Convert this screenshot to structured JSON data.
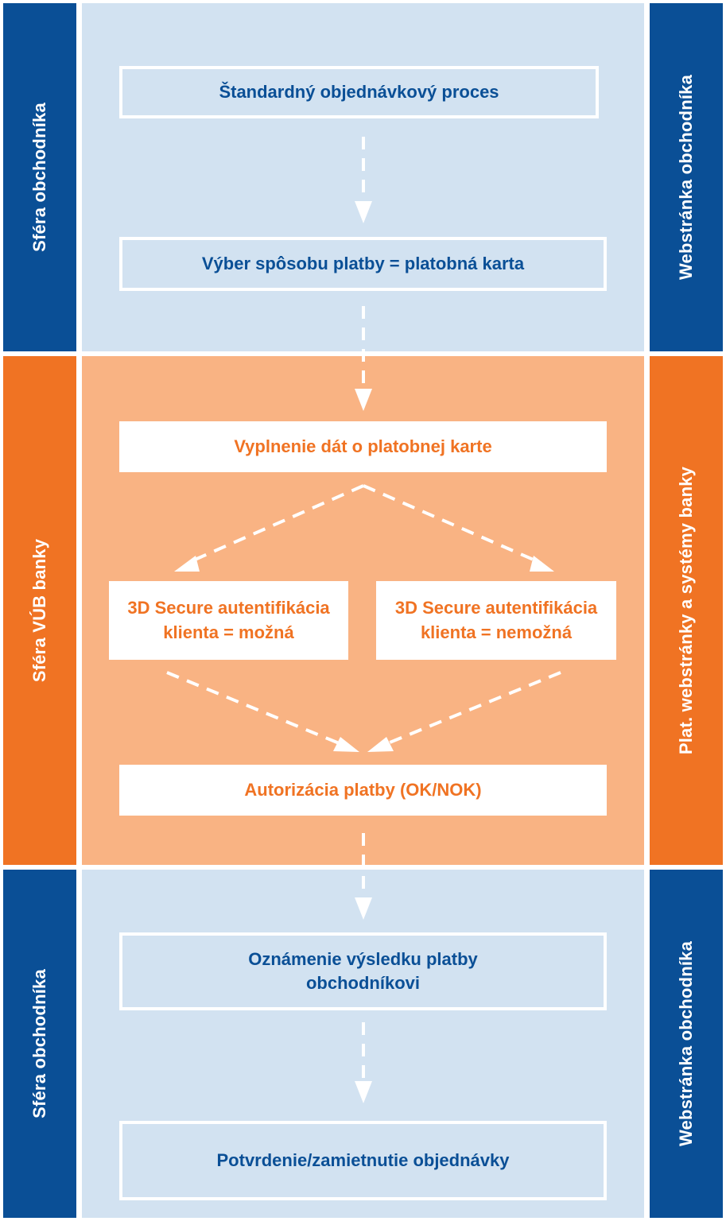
{
  "colors": {
    "merchant_side": "#0a4f96",
    "merchant_bg": "#d2e2f1",
    "bank_side": "#f07323",
    "bank_bg": "#f9b383",
    "bank_text": "#f07323",
    "merchant_text": "#0a4f96",
    "arrow": "#ffffff"
  },
  "sections": {
    "top": {
      "left_label": "Sféra obchodníka",
      "right_label": "Webstránka obchodníka"
    },
    "middle": {
      "left_label": "Sféra VÚB banky",
      "right_label": "Plat. webstránky a systémy banky"
    },
    "bottom": {
      "left_label": "Sféra obchodníka",
      "right_label": "Webstránka obchodníka"
    }
  },
  "steps": {
    "standard_order": "Štandardný objednávkový proces",
    "payment_choice": "Výber spôsobu platby = platobná karta",
    "card_data": "Vyplnenie dát o platobnej karte",
    "secure_possible_line1": "3D Secure autentifikácia",
    "secure_possible_line2": "klienta = možná",
    "secure_impossible_line1": "3D Secure autentifikácia",
    "secure_impossible_line2": "klienta = nemožná",
    "authorization": "Autorizácia platby (OK/NOK)",
    "notification_line1": "Oznámenie výsledku platby",
    "notification_line2": "obchodníkovi",
    "confirmation": "Potvrdenie/zamietnutie objednávky"
  }
}
